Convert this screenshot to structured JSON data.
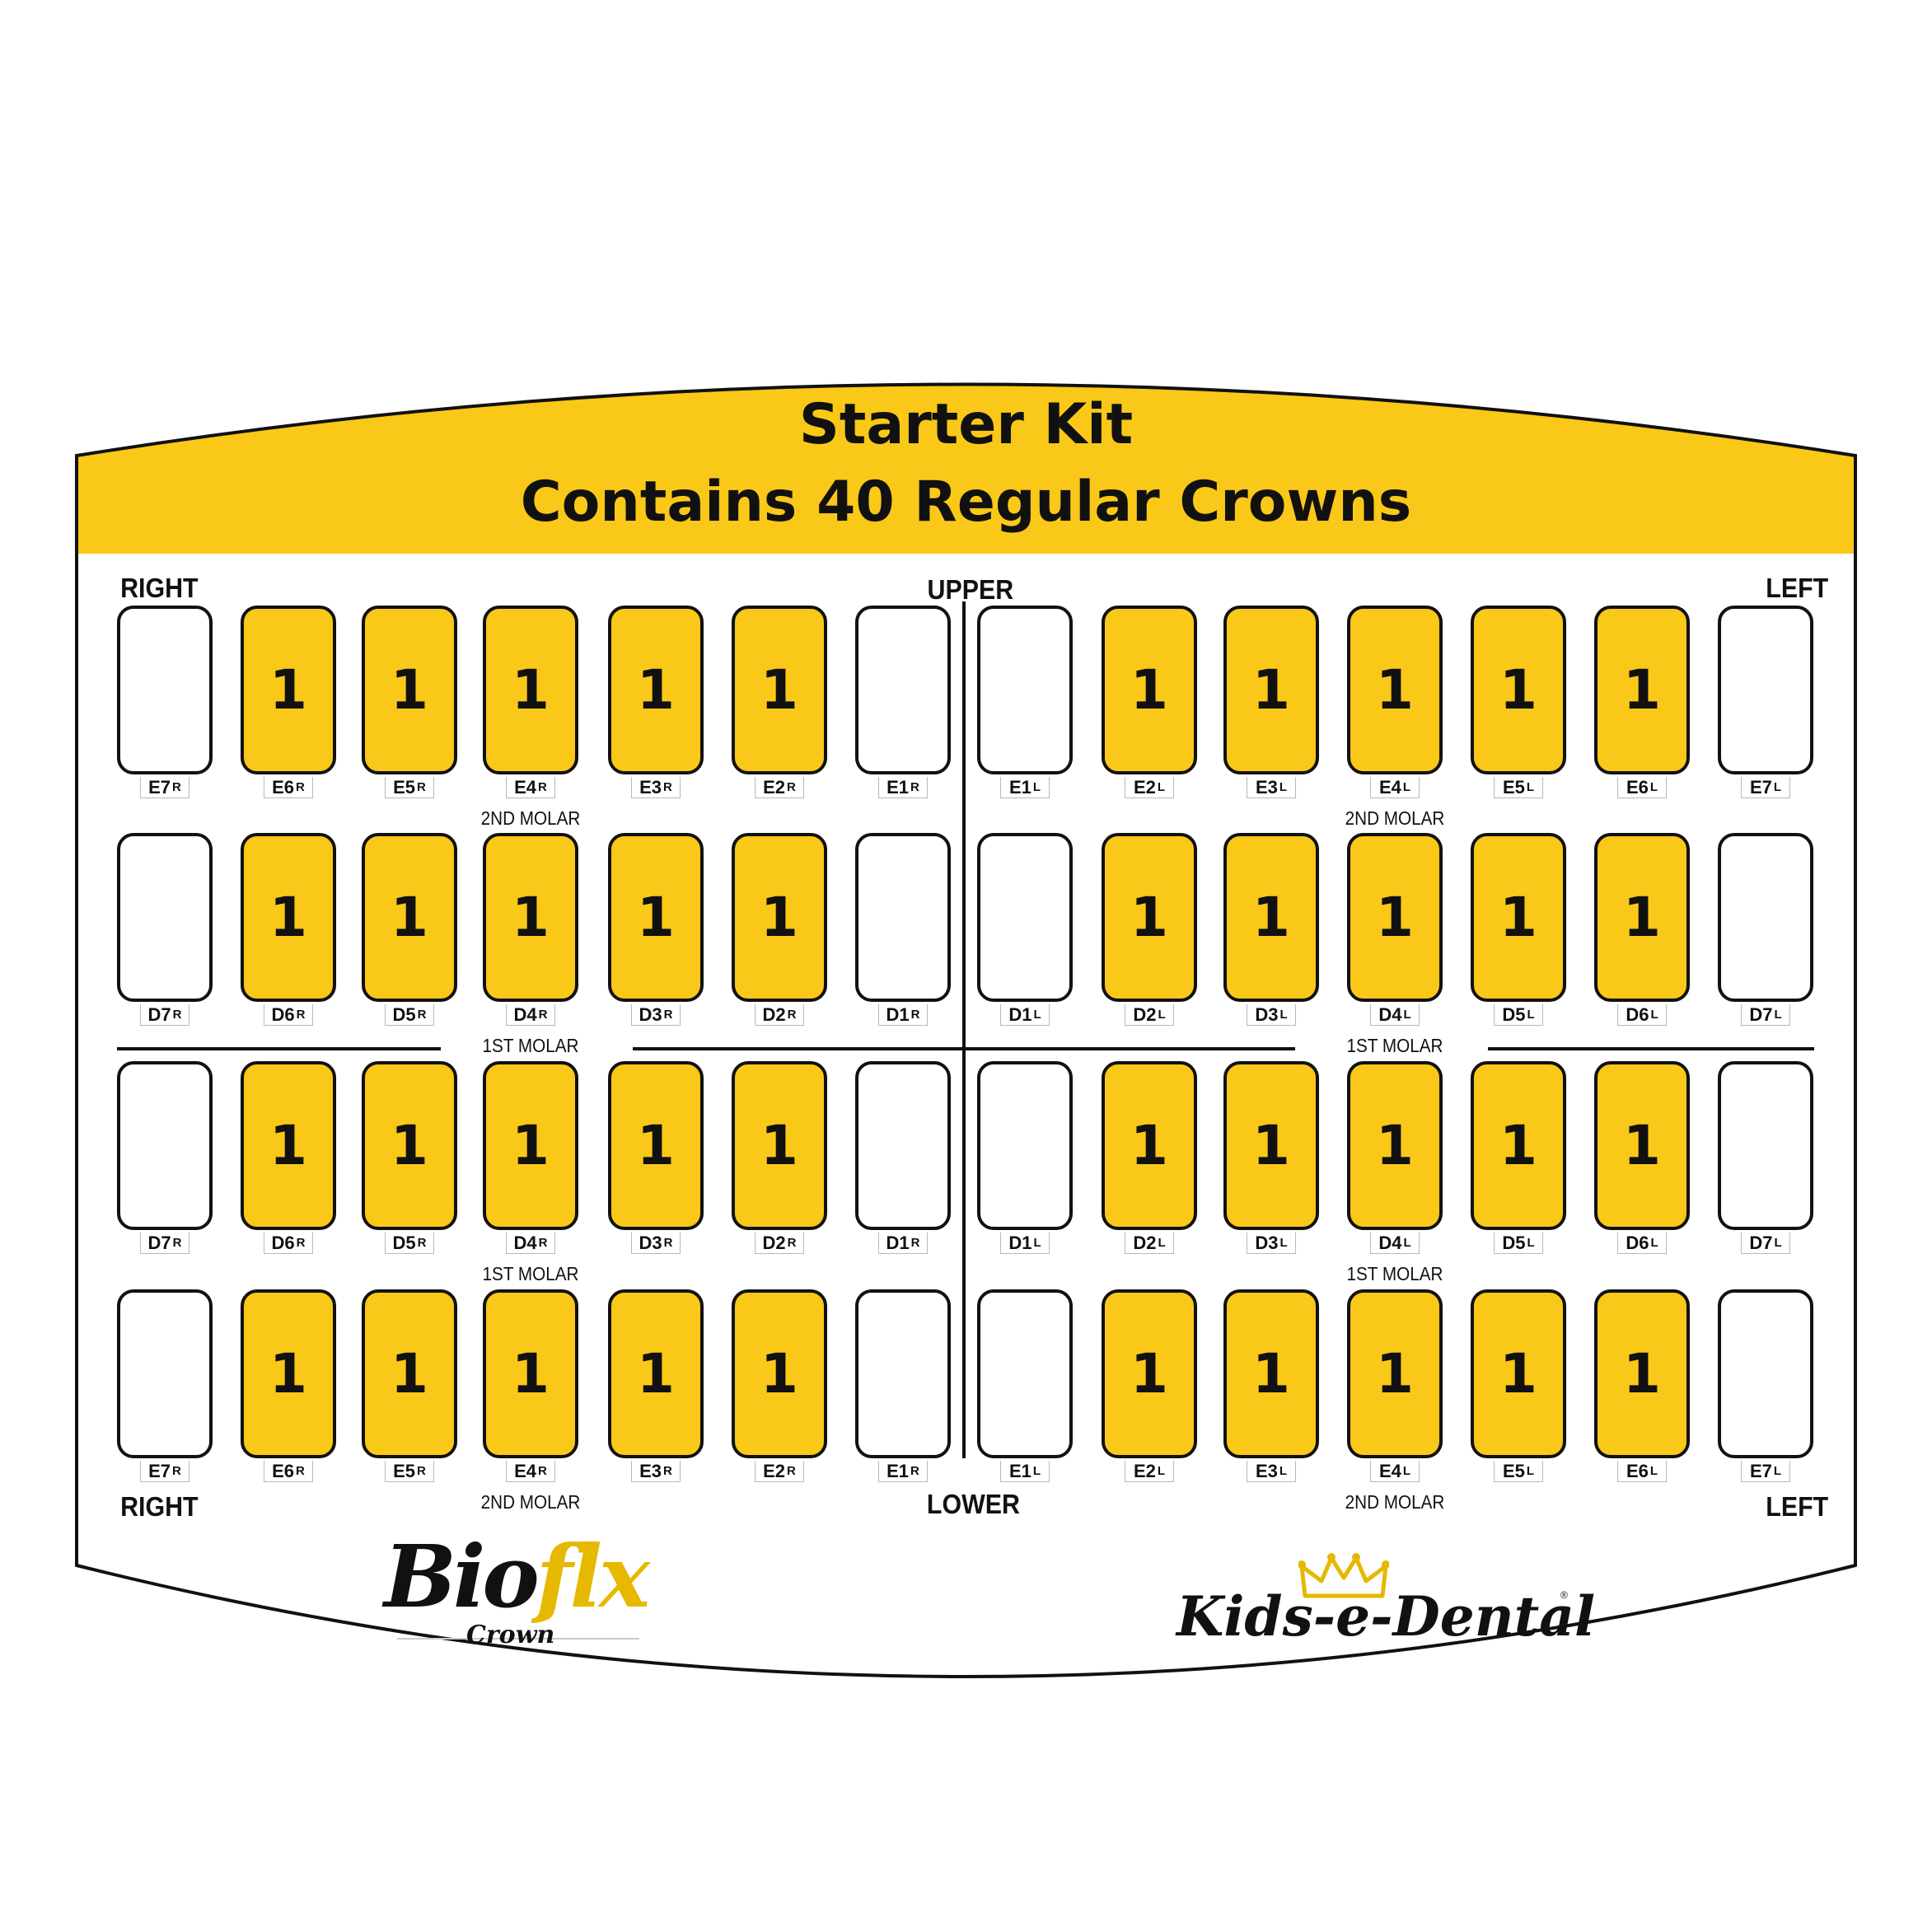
{
  "header": {
    "title_line1": "Starter Kit",
    "title_line2": "Contains 40 Regular Crowns",
    "color": "#fac818"
  },
  "labels": {
    "right_top": "RIGHT",
    "upper": "UPPER",
    "left_top": "LEFT",
    "right_bottom": "RIGHT",
    "lower": "LOWER",
    "left_bottom": "LEFT"
  },
  "kit_rows": [
    {
      "slots": [
        {
          "code": "E7",
          "side": "R",
          "qty": ""
        },
        {
          "code": "E6",
          "side": "R",
          "qty": "1"
        },
        {
          "code": "E5",
          "side": "R",
          "qty": "1"
        },
        {
          "code": "E4",
          "side": "R",
          "qty": "1"
        },
        {
          "code": "E3",
          "side": "R",
          "qty": "1"
        },
        {
          "code": "E2",
          "side": "R",
          "qty": "1"
        },
        {
          "code": "E1",
          "side": "R",
          "qty": ""
        },
        {
          "code": "E1",
          "side": "L",
          "qty": ""
        },
        {
          "code": "E2",
          "side": "L",
          "qty": "1"
        },
        {
          "code": "E3",
          "side": "L",
          "qty": "1"
        },
        {
          "code": "E4",
          "side": "L",
          "qty": "1"
        },
        {
          "code": "E5",
          "side": "L",
          "qty": "1"
        },
        {
          "code": "E6",
          "side": "L",
          "qty": "1"
        },
        {
          "code": "E7",
          "side": "L",
          "qty": ""
        }
      ],
      "molar_labels": [
        "2ND MOLAR",
        "2ND MOLAR"
      ]
    },
    {
      "slots": [
        {
          "code": "D7",
          "side": "R",
          "qty": ""
        },
        {
          "code": "D6",
          "side": "R",
          "qty": "1"
        },
        {
          "code": "D5",
          "side": "R",
          "qty": "1"
        },
        {
          "code": "D4",
          "side": "R",
          "qty": "1"
        },
        {
          "code": "D3",
          "side": "R",
          "qty": "1"
        },
        {
          "code": "D2",
          "side": "R",
          "qty": "1"
        },
        {
          "code": "D1",
          "side": "R",
          "qty": ""
        },
        {
          "code": "D1",
          "side": "L",
          "qty": ""
        },
        {
          "code": "D2",
          "side": "L",
          "qty": "1"
        },
        {
          "code": "D3",
          "side": "L",
          "qty": "1"
        },
        {
          "code": "D4",
          "side": "L",
          "qty": "1"
        },
        {
          "code": "D5",
          "side": "L",
          "qty": "1"
        },
        {
          "code": "D6",
          "side": "L",
          "qty": "1"
        },
        {
          "code": "D7",
          "side": "L",
          "qty": ""
        }
      ],
      "molar_labels": [
        "1ST MOLAR",
        "1ST MOLAR"
      ]
    },
    {
      "slots": [
        {
          "code": "D7",
          "side": "R",
          "qty": ""
        },
        {
          "code": "D6",
          "side": "R",
          "qty": "1"
        },
        {
          "code": "D5",
          "side": "R",
          "qty": "1"
        },
        {
          "code": "D4",
          "side": "R",
          "qty": "1"
        },
        {
          "code": "D3",
          "side": "R",
          "qty": "1"
        },
        {
          "code": "D2",
          "side": "R",
          "qty": "1"
        },
        {
          "code": "D1",
          "side": "R",
          "qty": ""
        },
        {
          "code": "D1",
          "side": "L",
          "qty": ""
        },
        {
          "code": "D2",
          "side": "L",
          "qty": "1"
        },
        {
          "code": "D3",
          "side": "L",
          "qty": "1"
        },
        {
          "code": "D4",
          "side": "L",
          "qty": "1"
        },
        {
          "code": "D5",
          "side": "L",
          "qty": "1"
        },
        {
          "code": "D6",
          "side": "L",
          "qty": "1"
        },
        {
          "code": "D7",
          "side": "L",
          "qty": ""
        }
      ],
      "molar_labels": [
        "1ST MOLAR",
        "1ST MOLAR"
      ]
    },
    {
      "slots": [
        {
          "code": "E7",
          "side": "R",
          "qty": ""
        },
        {
          "code": "E6",
          "side": "R",
          "qty": "1"
        },
        {
          "code": "E5",
          "side": "R",
          "qty": "1"
        },
        {
          "code": "E4",
          "side": "R",
          "qty": "1"
        },
        {
          "code": "E3",
          "side": "R",
          "qty": "1"
        },
        {
          "code": "E2",
          "side": "R",
          "qty": "1"
        },
        {
          "code": "E1",
          "side": "R",
          "qty": ""
        },
        {
          "code": "E1",
          "side": "L",
          "qty": ""
        },
        {
          "code": "E2",
          "side": "L",
          "qty": "1"
        },
        {
          "code": "E3",
          "side": "L",
          "qty": "1"
        },
        {
          "code": "E4",
          "side": "L",
          "qty": "1"
        },
        {
          "code": "E5",
          "side": "L",
          "qty": "1"
        },
        {
          "code": "E6",
          "side": "L",
          "qty": "1"
        },
        {
          "code": "E7",
          "side": "L",
          "qty": ""
        }
      ],
      "molar_labels": [
        "2ND MOLAR",
        "2ND MOLAR"
      ]
    }
  ],
  "logos": {
    "bioflx_main": "Bioflx",
    "bioflx_sub": "Crown",
    "kids_name": "Kids-e-Dental",
    "kids_reg_mark": "®",
    "gold": "#e6b800"
  },
  "colors": {
    "fill": "#fac818",
    "empty": "#ffffff",
    "outline": "#111111"
  }
}
